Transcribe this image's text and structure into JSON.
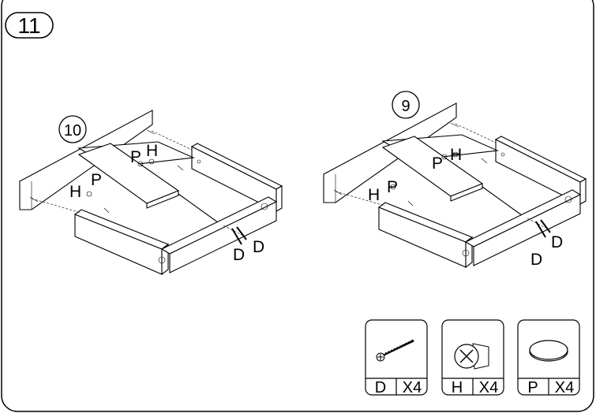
{
  "step": {
    "number": "11"
  },
  "assemblies": [
    {
      "id": "left",
      "panel_ref": "10",
      "callouts": {
        "p_top": "P",
        "h_top": "H",
        "p_bottom": "P",
        "h_bottom": "H",
        "d_first": "D",
        "d_second": "D"
      }
    },
    {
      "id": "right",
      "panel_ref": "9",
      "callouts": {
        "p_top": "P",
        "h_top": "H",
        "p_bottom": "P",
        "h_bottom": "H",
        "d_first": "D",
        "d_second": "D"
      }
    }
  ],
  "parts": [
    {
      "letter": "D",
      "quantity": "X4",
      "icon": "screw-icon"
    },
    {
      "letter": "H",
      "quantity": "X4",
      "icon": "cam-lock-icon"
    },
    {
      "letter": "P",
      "quantity": "X4",
      "icon": "cover-cap-icon"
    }
  ]
}
